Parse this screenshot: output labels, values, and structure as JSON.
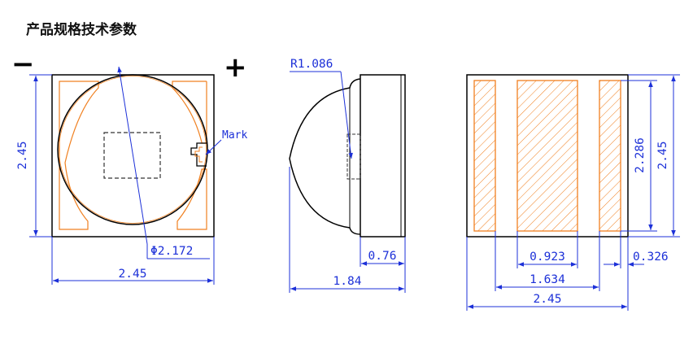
{
  "title": "产品规格技术参数",
  "top_view": {
    "minus_sign": "−",
    "plus_sign": "+",
    "dim_height": "2.45",
    "dim_width": "2.45",
    "dim_lens_diameter": "Φ2.172",
    "mark_label": "Mark"
  },
  "side_view": {
    "dim_radius": "R1.086",
    "dim_base": "0.76",
    "dim_height": "1.84"
  },
  "bottom_view": {
    "dim_pad_height": "2.286",
    "dim_height": "2.45",
    "dim_center_pad": "0.923",
    "dim_side_pad": "0.326",
    "dim_pad_span": "1.634",
    "dim_width": "2.45"
  },
  "colors": {
    "outline": "#000000",
    "pads": "#f08020",
    "dimensions": "#1c30d8"
  }
}
